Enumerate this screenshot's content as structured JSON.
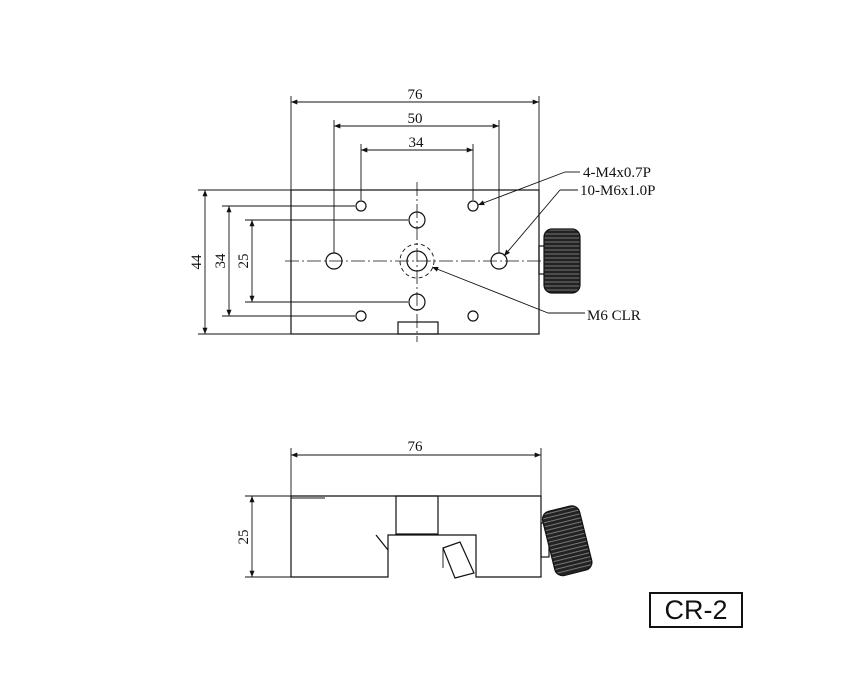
{
  "top_view": {
    "dims": {
      "overall_width": "76",
      "hole_span_outer": "50",
      "hole_span_inner": "34",
      "overall_height": "44",
      "hole_height_outer": "34",
      "hole_height_inner": "25"
    },
    "callouts": {
      "m4_holes": "4-M4x0.7P",
      "m6_holes": "10-M6x1.0P",
      "center_hole": "M6 CLR"
    }
  },
  "side_view": {
    "dims": {
      "overall_width": "76",
      "overall_height": "25"
    }
  },
  "model_badge": "CR-2"
}
